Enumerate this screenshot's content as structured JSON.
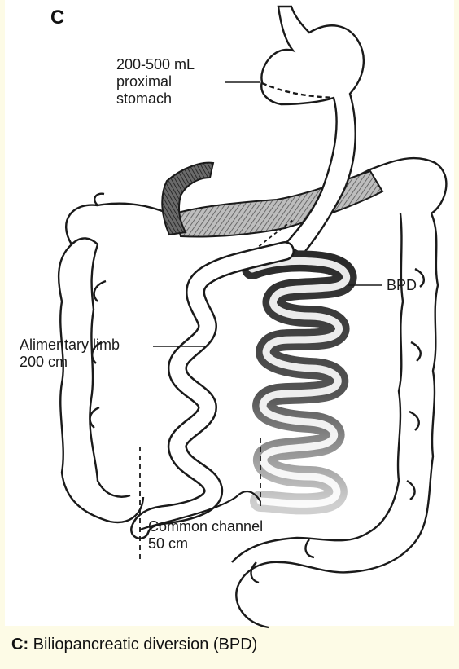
{
  "figure": {
    "panel_letter": "C",
    "caption_prefix": "C:",
    "caption_text": " Biliopancreatic diversion (BPD)"
  },
  "labels": {
    "stomach": "200-500 mL\nproximal\nstomach",
    "bpd": "BPD",
    "alimentary_limb": "Alimentary limb\n200 cm",
    "common_channel": "Common channel\n50 cm"
  },
  "colors": {
    "background": "#fdfbe6",
    "ink": "#1a1a1a",
    "shade_dark": "#3a3a3a",
    "shade_light": "#9a9a9a"
  }
}
